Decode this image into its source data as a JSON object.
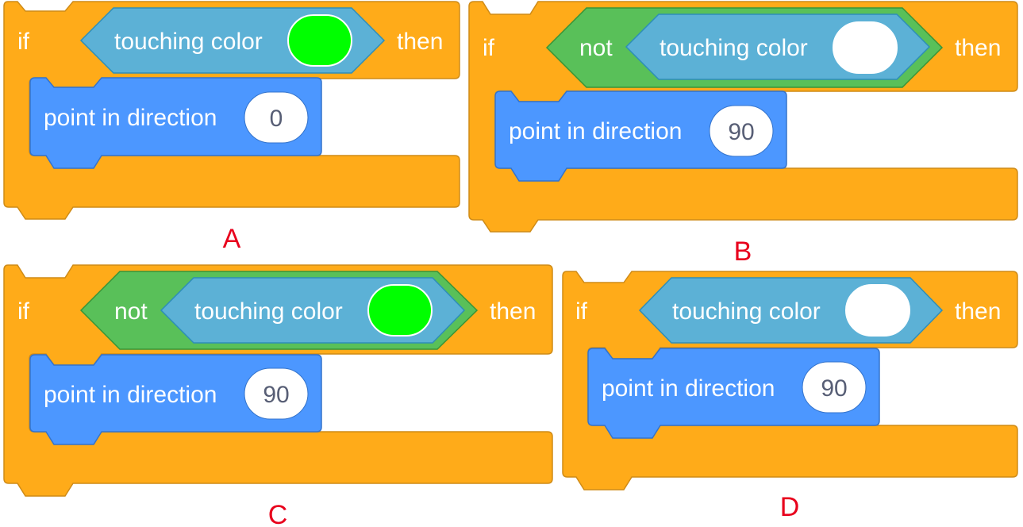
{
  "colors": {
    "control": "#ffab19",
    "control_stroke": "#cf8b17",
    "motion": "#4c97ff",
    "motion_stroke": "#3373cc",
    "sensing": "#5cb1d6",
    "sensing_stroke": "#2e8eb8",
    "operator": "#59c059",
    "operator_stroke": "#389438",
    "label": "#e8001c"
  },
  "options": [
    {
      "label": "A",
      "if_text": "if",
      "then_text": "then",
      "not_text": null,
      "touching_text": "touching color",
      "color_swatch": "#00ff00",
      "motion_text": "point in direction",
      "direction_value": "0"
    },
    {
      "label": "B",
      "if_text": "if",
      "then_text": "then",
      "not_text": "not",
      "touching_text": "touching color",
      "color_swatch": "#ffffff",
      "motion_text": "point in direction",
      "direction_value": "90"
    },
    {
      "label": "C",
      "if_text": "if",
      "then_text": "then",
      "not_text": "not",
      "touching_text": "touching color",
      "color_swatch": "#00ff00",
      "motion_text": "point in direction",
      "direction_value": "90"
    },
    {
      "label": "D",
      "if_text": "if",
      "then_text": "then",
      "not_text": null,
      "touching_text": "touching color",
      "color_swatch": "#ffffff",
      "motion_text": "point in direction",
      "direction_value": "90"
    }
  ]
}
